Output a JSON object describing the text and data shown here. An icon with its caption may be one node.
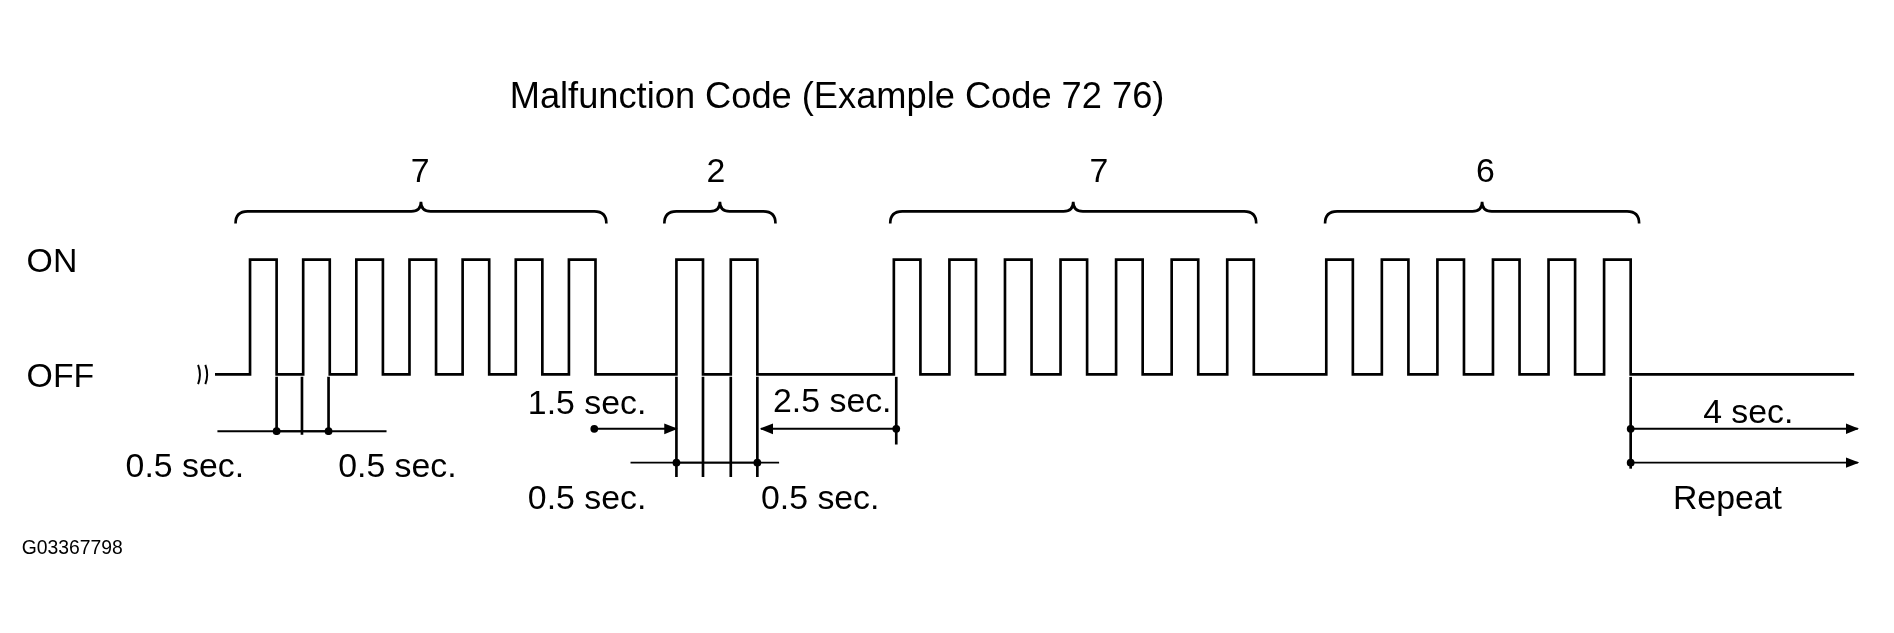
{
  "diagram": {
    "title": "Malfunction Code (Example Code 72 76)",
    "labels": [
      "7",
      "2",
      "7",
      "6",
      "ON",
      "OFF",
      "1.5 sec.",
      "2.5 sec.",
      "4 sec.",
      "0.5 sec.",
      "0.5 sec.",
      "0.5 sec.",
      "0.5 sec.",
      "Repeat",
      "G03367798"
    ]
  }
}
